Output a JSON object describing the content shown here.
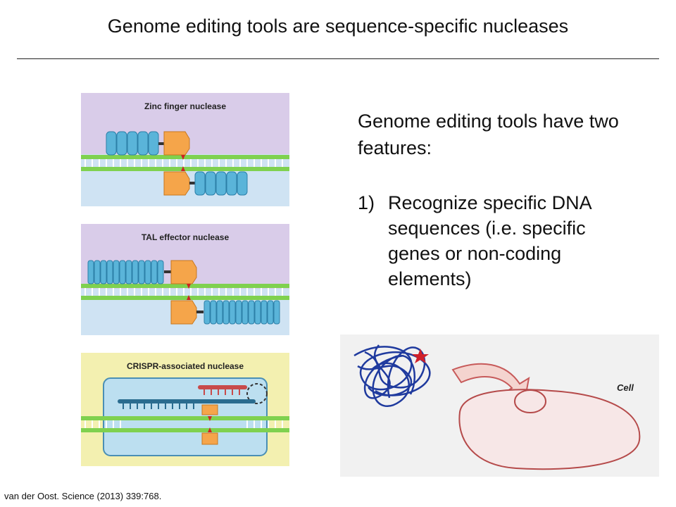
{
  "slide": {
    "title": "Genome editing tools are sequence-specific nucleases",
    "intro": "Genome editing tools have two features:",
    "list": [
      {
        "number": "1)",
        "text": "Recognize specific DNA sequences (i.e. specific genes or non-coding elements)"
      }
    ],
    "citation": "van der Oost. Science (2013) 339:768."
  },
  "figures": {
    "zinc_finger": {
      "label": "Zinc finger nuclease",
      "bg_top": "#d9cce9",
      "bg_bottom": "#cfe3f3"
    },
    "tal_effector": {
      "label": "TAL effector nuclease",
      "bg_top": "#d9cce9",
      "bg_bottom": "#cfe3f3"
    },
    "crispr": {
      "label": "CRISPR-associated nuclease",
      "bg": "#f3f0b0",
      "inner_bg": "#bcdff0"
    },
    "cell": {
      "label": "Cell"
    }
  },
  "colors": {
    "dna_green": "#7fd14f",
    "finger_blue": "#5ab4d9",
    "nuclease_orange": "#f5a54a",
    "cut_red": "#cc2222",
    "cell_red": "#c75a5a",
    "chromatin_blue": "#1f3a9e"
  }
}
